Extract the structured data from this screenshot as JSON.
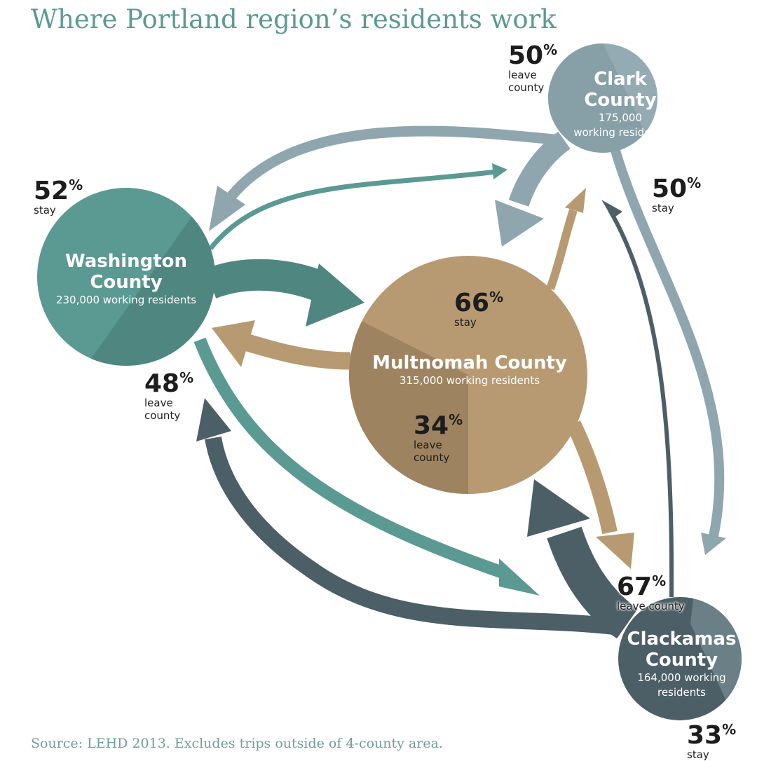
{
  "title": "Where Portland region’s residents work",
  "source": "Source: LEHD 2013.  Excludes trips outside of 4-county area.",
  "counties": {
    "washington": {
      "name_line1": "Washington",
      "name_line2": "County",
      "residents": "230,000 working residents",
      "color": "#5b9a93",
      "color_dark": "#4f8680"
    },
    "clark": {
      "name_line1": "Clark",
      "name_line2": "County",
      "residents_line1": "175,000",
      "residents_line2": "working residents",
      "color": "#8fa6ae",
      "color_dark": "#7f979f"
    },
    "multnomah": {
      "name": "Multnomah County",
      "residents": "315,000 working residents",
      "color": "#b89a72",
      "color_dark": "#9d835f"
    },
    "clackamas": {
      "name_line1": "Clackamas",
      "name_line2": "County",
      "residents_line1": "164,000 working",
      "residents_line2": "residents",
      "color": "#4c5e66",
      "color_light": "#6b7f87"
    }
  },
  "stats": {
    "washington_stay": {
      "value": "52",
      "unit": "%",
      "label": "stay"
    },
    "washington_leave": {
      "value": "48",
      "unit": "%",
      "label_line1": "leave",
      "label_line2": "county"
    },
    "clark_leave": {
      "value": "50",
      "unit": "%",
      "label_line1": "leave",
      "label_line2": "county"
    },
    "clark_stay": {
      "value": "50",
      "unit": "%",
      "label": "stay"
    },
    "multnomah_stay": {
      "value": "66",
      "unit": "%",
      "label": "stay"
    },
    "multnomah_leave": {
      "value": "34",
      "unit": "%",
      "label_line1": "leave",
      "label_line2": "county"
    },
    "clackamas_leave": {
      "value": "67",
      "unit": "%",
      "label": "leave county"
    },
    "clackamas_stay": {
      "value": "33",
      "unit": "%",
      "label": "stay"
    }
  },
  "flows": [
    {
      "from": "clark",
      "to": "washington",
      "color": "#8fa6ae"
    },
    {
      "from": "washington",
      "to": "clark",
      "color": "#5b9a93"
    },
    {
      "from": "clark",
      "to": "multnomah",
      "color": "#8fa6ae"
    },
    {
      "from": "multnomah",
      "to": "clark",
      "color": "#b89a72"
    },
    {
      "from": "washington",
      "to": "multnomah",
      "color": "#5b9a93"
    },
    {
      "from": "multnomah",
      "to": "washington",
      "color": "#b89a72"
    },
    {
      "from": "washington",
      "to": "clackamas",
      "color": "#5b9a93"
    },
    {
      "from": "clackamas",
      "to": "washington",
      "color": "#4c5e66"
    },
    {
      "from": "multnomah",
      "to": "clackamas",
      "color": "#b89a72"
    },
    {
      "from": "clackamas",
      "to": "multnomah",
      "color": "#4c5e66"
    },
    {
      "from": "clark",
      "to": "clackamas",
      "color": "#8fa6ae"
    },
    {
      "from": "clackamas",
      "to": "clark",
      "color": "#4c5e66"
    }
  ]
}
